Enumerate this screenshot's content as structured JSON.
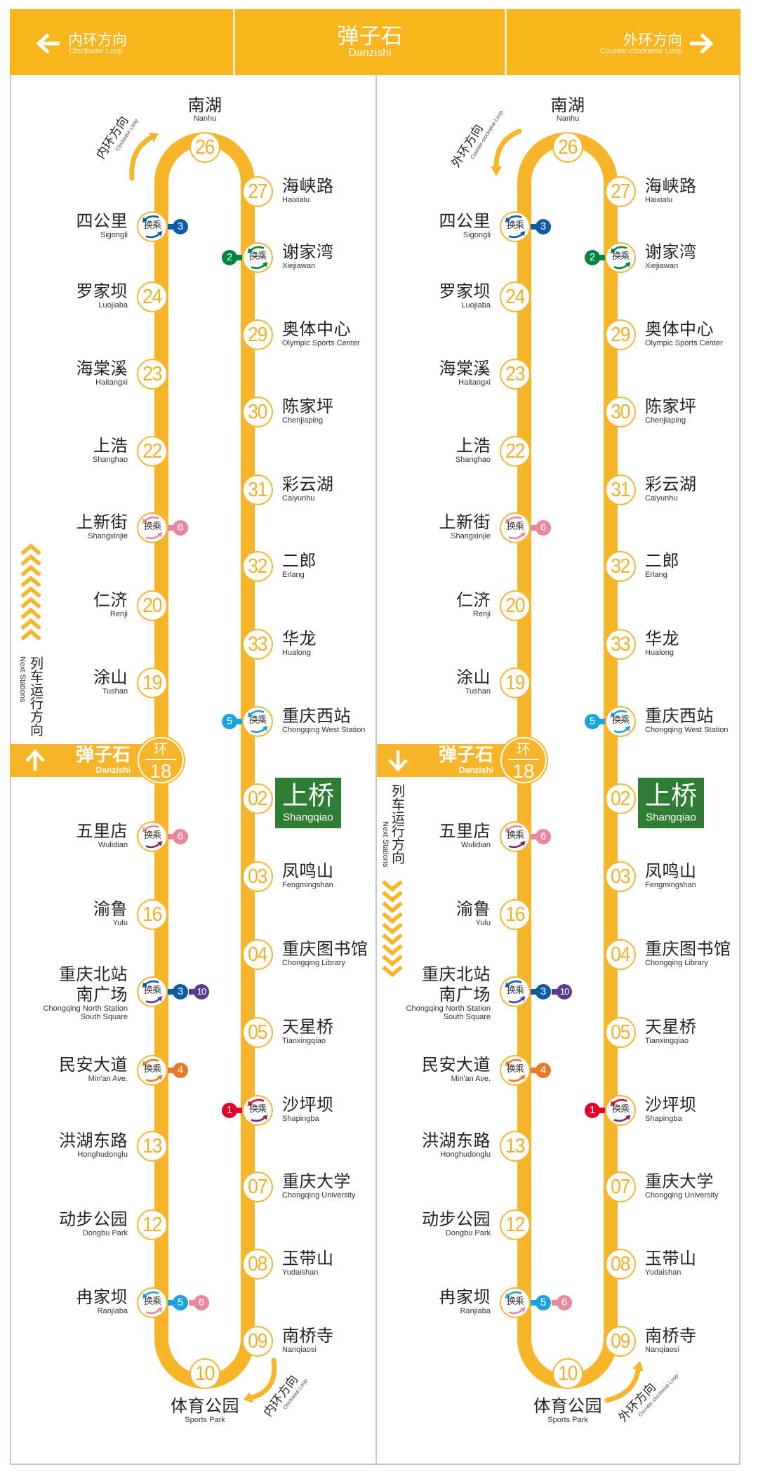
{
  "header": {
    "left": {
      "cn": "内环方向",
      "en": "Clockwise Loop",
      "icon": "arrow-left"
    },
    "center": {
      "cn": "弹子石",
      "en": "Danzishi"
    },
    "right": {
      "cn": "外环方向",
      "en": "Counter-clockwise Loop",
      "icon": "arrow-right"
    }
  },
  "colors": {
    "ring_line": "#F7B52A",
    "header_bg": "#F9B51C",
    "next_station_bg": "#2F7D32",
    "station_number": "#EEB12C"
  },
  "lines": {
    "1": "#E4002B",
    "2": "#00853F",
    "3": "#0B5CA7",
    "4": "#E8792B",
    "5": "#1AA3DE",
    "6": "#EA869E",
    "10": "#5A3C8F"
  },
  "transfer_label": "换乘",
  "stations": {
    "top": {
      "code": "26",
      "cn": "南湖",
      "en": "Nanhu"
    },
    "right": [
      {
        "code": "27",
        "cn": "海峡路",
        "en": "Haixialu"
      },
      {
        "cn": "谢家湾",
        "en": "Xiejiawan",
        "lines": [
          "2"
        ],
        "arrows": [
          "#00853F",
          "#00853F"
        ]
      },
      {
        "code": "29",
        "cn": "奥体中心",
        "en": "Olympic Sports Center"
      },
      {
        "code": "30",
        "cn": "陈家坪",
        "en": "Chenjiaping"
      },
      {
        "code": "31",
        "cn": "彩云湖",
        "en": "Caiyunhu"
      },
      {
        "code": "32",
        "cn": "二郎",
        "en": "Erlang"
      },
      {
        "code": "33",
        "cn": "华龙",
        "en": "Hualong"
      },
      {
        "cn": "重庆西站",
        "en": "Chongqing West Station",
        "lines": [
          "5"
        ],
        "arrows": [
          "#1AA3DE",
          "#1AA3DE"
        ]
      },
      {
        "code": "02",
        "cn": "上桥",
        "en": "Shangqiao",
        "next": true
      },
      {
        "code": "03",
        "cn": "凤鸣山",
        "en": "Fengmingshan"
      },
      {
        "code": "04",
        "cn": "重庆图书馆",
        "en": "Chongqing  Library"
      },
      {
        "code": "05",
        "cn": "天星桥",
        "en": "Tianxingqiao"
      },
      {
        "cn": "沙坪坝",
        "en": "Shapingba",
        "lines": [
          "1"
        ],
        "arrows": [
          "#E4002B",
          "#7E2A63"
        ]
      },
      {
        "code": "07",
        "cn": "重庆大学",
        "en": "Chongqing University"
      },
      {
        "code": "08",
        "cn": "玉带山",
        "en": "Yudaishan"
      },
      {
        "code": "09",
        "cn": "南桥寺",
        "en": "Nanqiaosi"
      }
    ],
    "bottom": {
      "code": "10",
      "cn": "体育公园",
      "en": "Sports Park"
    },
    "left": [
      {
        "cn": "四公里",
        "en": "Sigongli",
        "lines": [
          "3"
        ],
        "arrows": [
          "#0B5CA7",
          "#0B5CA7"
        ]
      },
      {
        "code": "24",
        "cn": "罗家坝",
        "en": "Luojiaba"
      },
      {
        "code": "23",
        "cn": "海棠溪",
        "en": "Haitangxi"
      },
      {
        "code": "22",
        "cn": "上浩",
        "en": "Shanghao"
      },
      {
        "cn": "上新街",
        "en": "Shangxinjie",
        "lines": [
          "6"
        ],
        "arrows": [
          "#EA869E",
          "#EA869E"
        ]
      },
      {
        "code": "20",
        "cn": "仁济",
        "en": "Renji"
      },
      {
        "code": "19",
        "cn": "涂山",
        "en": "Tushan"
      },
      {
        "ring": "环",
        "code": "18",
        "cn": "弹子石",
        "en": "Danzishi",
        "current": true
      },
      {
        "cn": "五里店",
        "en": "Wulidian",
        "lines": [
          "6"
        ],
        "arrows": [
          "#EA869E",
          "#7E2A63"
        ]
      },
      {
        "code": "16",
        "cn": "渝鲁",
        "en": "Yulu"
      },
      {
        "cn": "重庆北站",
        "cn2": "南广场",
        "en": "Chongqing North Station",
        "en2": "South Square",
        "lines": [
          "3",
          "10"
        ],
        "arrows": [
          "#0B5CA7",
          "#5A3C8F"
        ]
      },
      {
        "cn": "民安大道",
        "en": "Min'an  Ave.",
        "lines": [
          "4"
        ],
        "arrows": [
          "#E8792B",
          "#E8792B"
        ]
      },
      {
        "code": "13",
        "cn": "洪湖东路",
        "en": "Honghudonglu"
      },
      {
        "code": "12",
        "cn": "动步公园",
        "en": "Dongbu  Park"
      },
      {
        "cn": "冉家坝",
        "en": "Ranjiaba",
        "lines": [
          "5",
          "6"
        ],
        "arrows": [
          "#1AA3DE",
          "#EA869E"
        ]
      }
    ]
  },
  "maps": [
    {
      "direction": "inner",
      "travel_arrow": "up",
      "travel_label": {
        "cn": "列车运行方向",
        "en": "Next Stations"
      },
      "loop_labels": [
        {
          "cn": "内环方向",
          "en": "Clockwise Loop"
        },
        {
          "cn": "内环方向",
          "en": "Clockwise Loop"
        }
      ]
    },
    {
      "direction": "outer",
      "travel_arrow": "down",
      "travel_label": {
        "cn": "列车运行方向",
        "en": "Next Stations"
      },
      "loop_labels": [
        {
          "cn": "外环方向",
          "en": "Counter-clockwise Loop"
        },
        {
          "cn": "外环方向",
          "en": "Counter-clockwise Loop"
        }
      ]
    }
  ]
}
